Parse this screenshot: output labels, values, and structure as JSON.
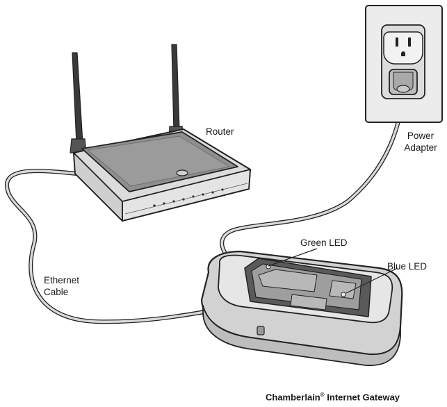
{
  "labels": {
    "router": "Router",
    "power_adapter_line1": "Power",
    "power_adapter_line2": "Adapter",
    "green_led": "Green LED",
    "blue_led": "Blue LED",
    "ethernet_line1": "Ethernet",
    "ethernet_line2": "Cable",
    "gateway_name": "Chamberlain",
    "gateway_mark": "®",
    "gateway_suffix": " Internet Gateway"
  },
  "colors": {
    "outline": "#222222",
    "device_light": "#e6e6e6",
    "device_mid": "#c8c8c8",
    "device_dark": "#8f8f8f",
    "cable_fill": "#d9d9d9",
    "wall_plate": "#ececec"
  }
}
